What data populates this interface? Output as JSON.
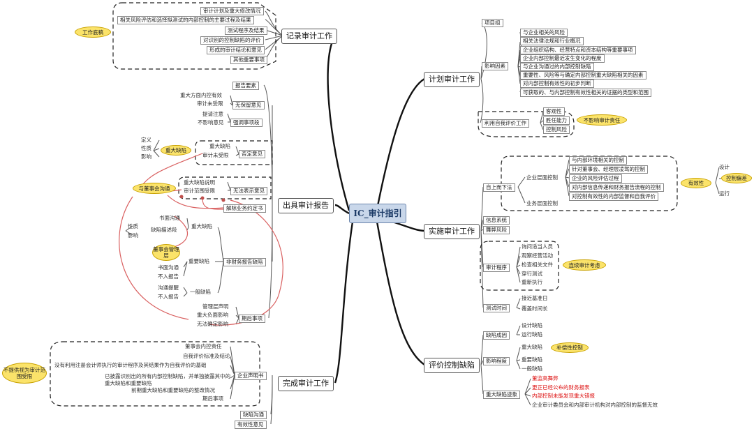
{
  "center": "IC_审计指引",
  "branches": {
    "record": {
      "label": "记录审计工作",
      "items": [
        "审计计划及重大修改情况",
        "相关风险评估和选择拟测试的内部控制的主要过程及结果",
        "测试程序及结果",
        "对识别的控制缺陷的评价",
        "形成的审计结论和意见",
        "其他重要事项"
      ],
      "note": "工作底稿"
    },
    "plan": {
      "label": "计划审计工作",
      "project": "项目组",
      "factors_label": "影响因素",
      "factors": [
        "与企业相关的风险",
        "相关法律法规和行业概况",
        "企业组织结构、经营特点和资本结构等重要事项",
        "企业内部控制最近发生变化的程度",
        "与企业沟通过的内部控制缺陷",
        "重要性、风险等与确定内部控制重大缺陷相关的因素",
        "对内部控制有效性的初步判断",
        "可获取的、与内部控制有效性相关的证据的类型和范围"
      ],
      "self_eval_label": "利用自我评价工作",
      "self_eval": [
        "客观性",
        "胜任能力",
        "控制风险"
      ],
      "note": "不影响审计责任"
    },
    "report": {
      "label": "出具审计报告",
      "items": [
        "报告要素",
        "无保留意见",
        "强调事项段",
        "否定意见",
        "无法表示意见",
        "解除业务约定书",
        "非财务报告缺陷",
        "期后事项"
      ],
      "unqualified": [
        "重大方面内控有效",
        "审计未受限"
      ],
      "emphasis": [
        "提请注意",
        "不影响意见"
      ],
      "adverse": [
        "重大缺陷",
        "审计未受限"
      ],
      "disclaimer": [
        "重大缺陷说明",
        "审计范围受限"
      ],
      "nonfin": [
        "重大缺陷",
        "重要缺陷",
        "一般缺陷"
      ],
      "major_sub": [
        "书面沟通",
        "缺陷描述段"
      ],
      "nature": [
        "性质",
        "影响"
      ],
      "important_sub": [
        "书面沟通",
        "不入报告"
      ],
      "general_sub": [
        "沟通提醒",
        "不入报告"
      ],
      "subsequent": [
        "管理层声明",
        "重大负面影响",
        "无法确定影响"
      ],
      "def": [
        "定义",
        "性质",
        "影响"
      ],
      "notes": [
        "重大缺陷",
        "与董事会沟通",
        "董事会管理层"
      ]
    },
    "implement": {
      "label": "实施审计工作",
      "topdown": "自上而下法",
      "entity": "企业层面控制",
      "entity_items": [
        "与内部环境相关的控制",
        "针对董事会、经理层凌驾的控制",
        "企业的风险评估过程",
        "对内部信息传递和财务报告流程的控制",
        "对控制有效性的内部监督和自我评价"
      ],
      "business": "业务层面控制",
      "info": "信息系统",
      "fraud": "舞弊风险",
      "eff": "有效性",
      "eff_items": [
        "设计",
        "运行"
      ],
      "ctrl_note": "控制偏差",
      "proc_label": "审计程序",
      "proc": [
        "询问适当人员",
        "观察经营活动",
        "检查相关文件",
        "穿行测试",
        "重新执行"
      ],
      "proc_note": "连续审计考虑",
      "time_label": "测试时间",
      "time": [
        "接近基准日",
        "覆盖时间长"
      ]
    },
    "evaluate": {
      "label": "评价控制缺陷",
      "cause_label": "缺陷成因",
      "cause": [
        "设计缺陷",
        "运行缺陷"
      ],
      "degree_label": "影响程度",
      "degree": [
        "重大缺陷",
        "重要缺陷",
        "一般缺陷"
      ],
      "degree_note": "补偿性控制",
      "signs_label": "重大缺陷迹象",
      "signs": [
        "董监高舞弊",
        "更正已经公布的财务报表",
        "内部控制未能发现重大错报",
        "企业审计委员会和内部审计机构对内部控制的监督无效"
      ]
    },
    "complete": {
      "label": "完成审计工作",
      "letter": "企业声明书",
      "letter_items": [
        "董事会内控责任",
        "自我评价标准及结论",
        "没有利用注册会计师执行的审计程序及其结果作为自我评价的基础",
        "已披露识别出的所有内部控制缺陷，并单独披露其中的重大缺陷和重要缺陷",
        "前期重大缺陷和重要缺陷的整改情况",
        "期后事项"
      ],
      "note": "不提供视为审计范围受限",
      "others": [
        "缺陷沟通",
        "有效性意见"
      ]
    }
  }
}
